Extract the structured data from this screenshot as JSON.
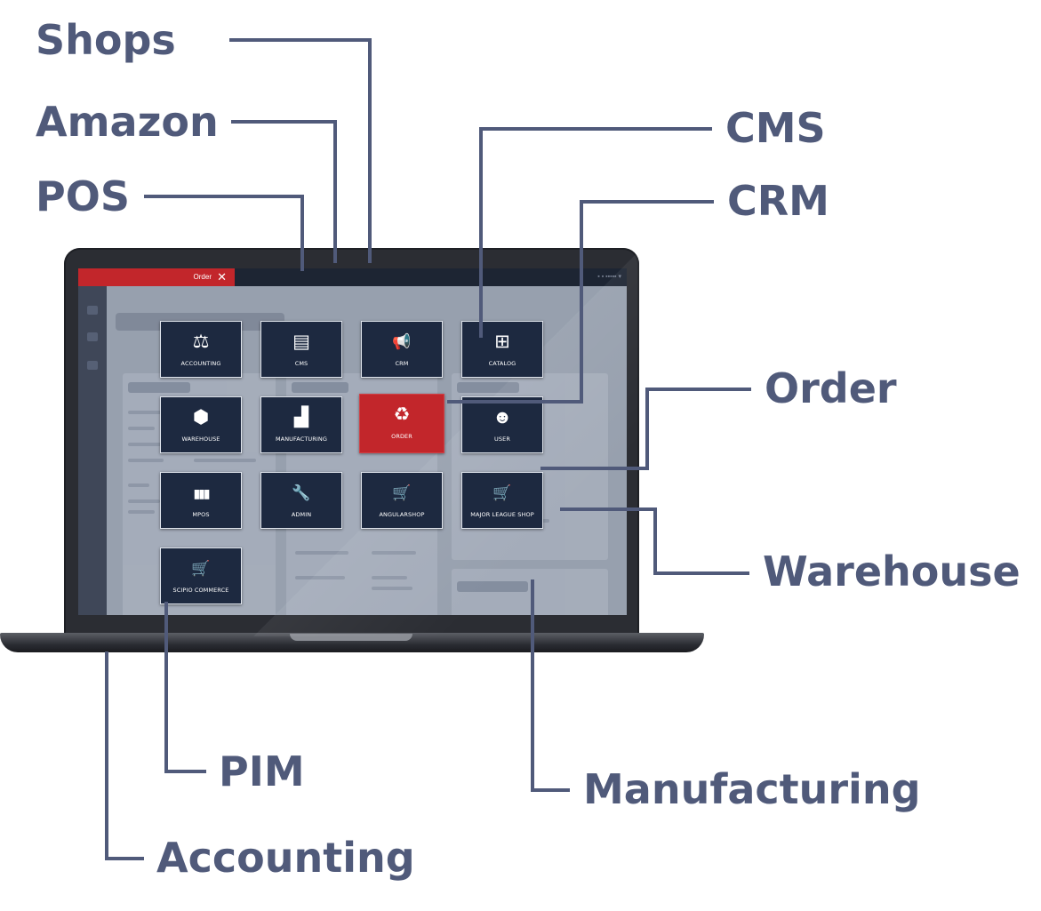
{
  "callouts": {
    "shops": "Shops",
    "amazon": "Amazon",
    "pos": "POS",
    "cms": "CMS",
    "crm": "CRM",
    "order": "Order",
    "warehouse": "Warehouse",
    "pim": "PIM",
    "manufacturing": "Manufacturing",
    "accounting": "Accounting"
  },
  "screen": {
    "tab_label": "Order",
    "tab_close_icon": "close-icon",
    "tiles": [
      {
        "label": "ACCOUNTING",
        "icon": "scales-icon",
        "glyph": "⚖"
      },
      {
        "label": "CMS",
        "icon": "document-icon",
        "glyph": "▤"
      },
      {
        "label": "CRM",
        "icon": "megaphone-icon",
        "glyph": "📢"
      },
      {
        "label": "CATALOG",
        "icon": "sitemap-icon",
        "glyph": "⊞"
      },
      {
        "label": "WAREHOUSE",
        "icon": "cube-icon",
        "glyph": "⬢"
      },
      {
        "label": "MANUFACTURING",
        "icon": "factory-icon",
        "glyph": "▟"
      },
      {
        "label": "ORDER",
        "icon": "recycle-icon",
        "glyph": "♻"
      },
      {
        "label": "USER",
        "icon": "users-icon",
        "glyph": "☻"
      },
      {
        "label": "MPOS",
        "icon": "barcode-icon",
        "glyph": "▮▮▮"
      },
      {
        "label": "ADMIN",
        "icon": "wrench-icon",
        "glyph": "🔧"
      },
      {
        "label": "ANGULARSHOP",
        "icon": "cart-icon",
        "glyph": "🛒"
      },
      {
        "label": "MAJOR LEAGUE SHOP",
        "icon": "cart-icon",
        "glyph": "🛒"
      },
      {
        "label": "SCIPIO COMMERCE",
        "icon": "cart-icon",
        "glyph": "🛒"
      }
    ],
    "active_tile_color": "#c2262b",
    "tile_color": "#1d2940"
  },
  "colors": {
    "callout": "#505a7a",
    "brand_red": "#c2262b"
  }
}
